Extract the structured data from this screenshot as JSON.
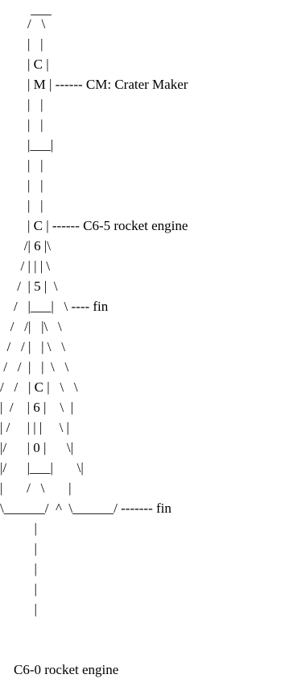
{
  "diagram": {
    "title": "",
    "lines": [
      "         ___",
      "        /   \\",
      "        |   |",
      "        | C |",
      "        | M | ------ CM: Crater Maker",
      "        |   |",
      "        |   |",
      "        |___|",
      "        |   |",
      "        |   |",
      "        |   |",
      "        | C | ------ C6-5 rocket engine",
      "       /| 6 |\\",
      "      / | | | \\",
      "     /  | 5 |  \\",
      "    /   |___|   \\ ---- fin",
      "   /   /|   |\\   \\",
      "  /   / |   | \\   \\",
      " /   /  |   |  \\   \\",
      "/   /   | C |   \\   \\",
      "|  /    | 6 |    \\  |",
      "| /     | | |     \\ |",
      "|/      | 0 |      \\|",
      "|/      |___|       \\|",
      "|       /   \\       |",
      "\\______/  ^  \\______/ ------- fin",
      "          |",
      "          |",
      "          |",
      "          |",
      "          |",
      "    C6-0 rocket engine"
    ]
  },
  "labels": {
    "crater_maker": "CM: Crater Maker",
    "upper_engine": "C6-5 rocket engine",
    "upper_fin": "fin",
    "lower_fin": "fin",
    "lower_engine": "C6-0 rocket engine"
  }
}
